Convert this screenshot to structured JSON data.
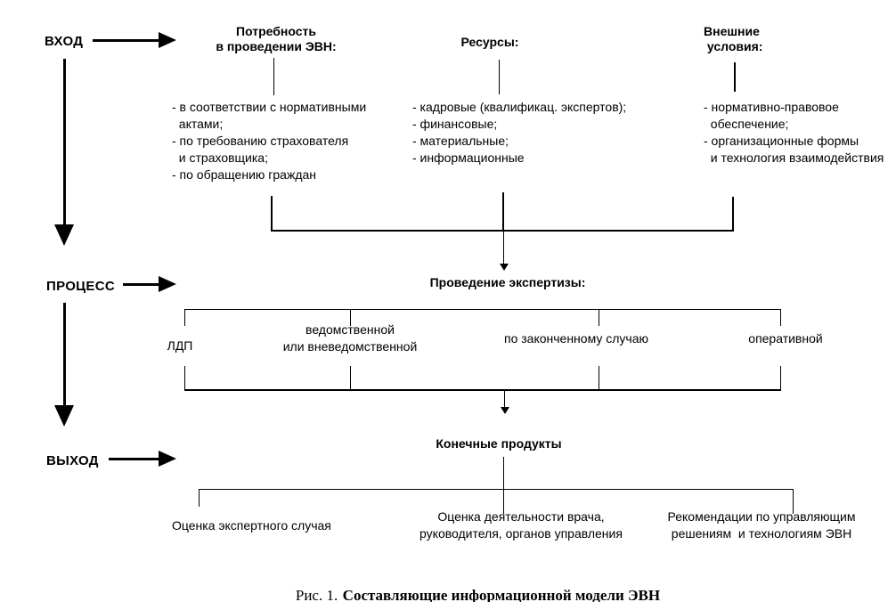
{
  "stages": {
    "input": "ВХОД",
    "process": "ПРОЦЕСС",
    "output": "ВЫХОД"
  },
  "columns": [
    {
      "title": "Потребность\nв проведении ЭВН:",
      "items": "- в соответствии с нормативными\n  актами;\n- по требованию страхователя\n  и страховщика;\n- по обращению граждан"
    },
    {
      "title": "Ресурсы:",
      "items": "- кадровые (квалификац. экспертов);\n- финансовые;\n- материальные;\n- информационные"
    },
    {
      "title": "Внешние\n условия:",
      "items": "- нормативно-правовое\n  обеспечение;\n- организационные формы\n  и технология взаимодействия"
    }
  ],
  "process_block": {
    "title": "Проведение экспертизы:",
    "branches": [
      "ЛДП",
      "ведомственной\nили вневедомственной",
      "по законченному случаю",
      "оперативной"
    ]
  },
  "output_block": {
    "title": "Конечные продукты",
    "products": [
      "Оценка экспертного случая",
      "Оценка деятельности врача,\nруководителя, органов управления",
      "Рекомендации по управляющим\nрешениям  и технологиям ЭВН"
    ]
  },
  "caption": {
    "prefix": "Рис. 1.",
    "title": "Составляющие информационной модели ЭВН"
  },
  "colors": {
    "ink": "#000000",
    "background": "#ffffff"
  }
}
